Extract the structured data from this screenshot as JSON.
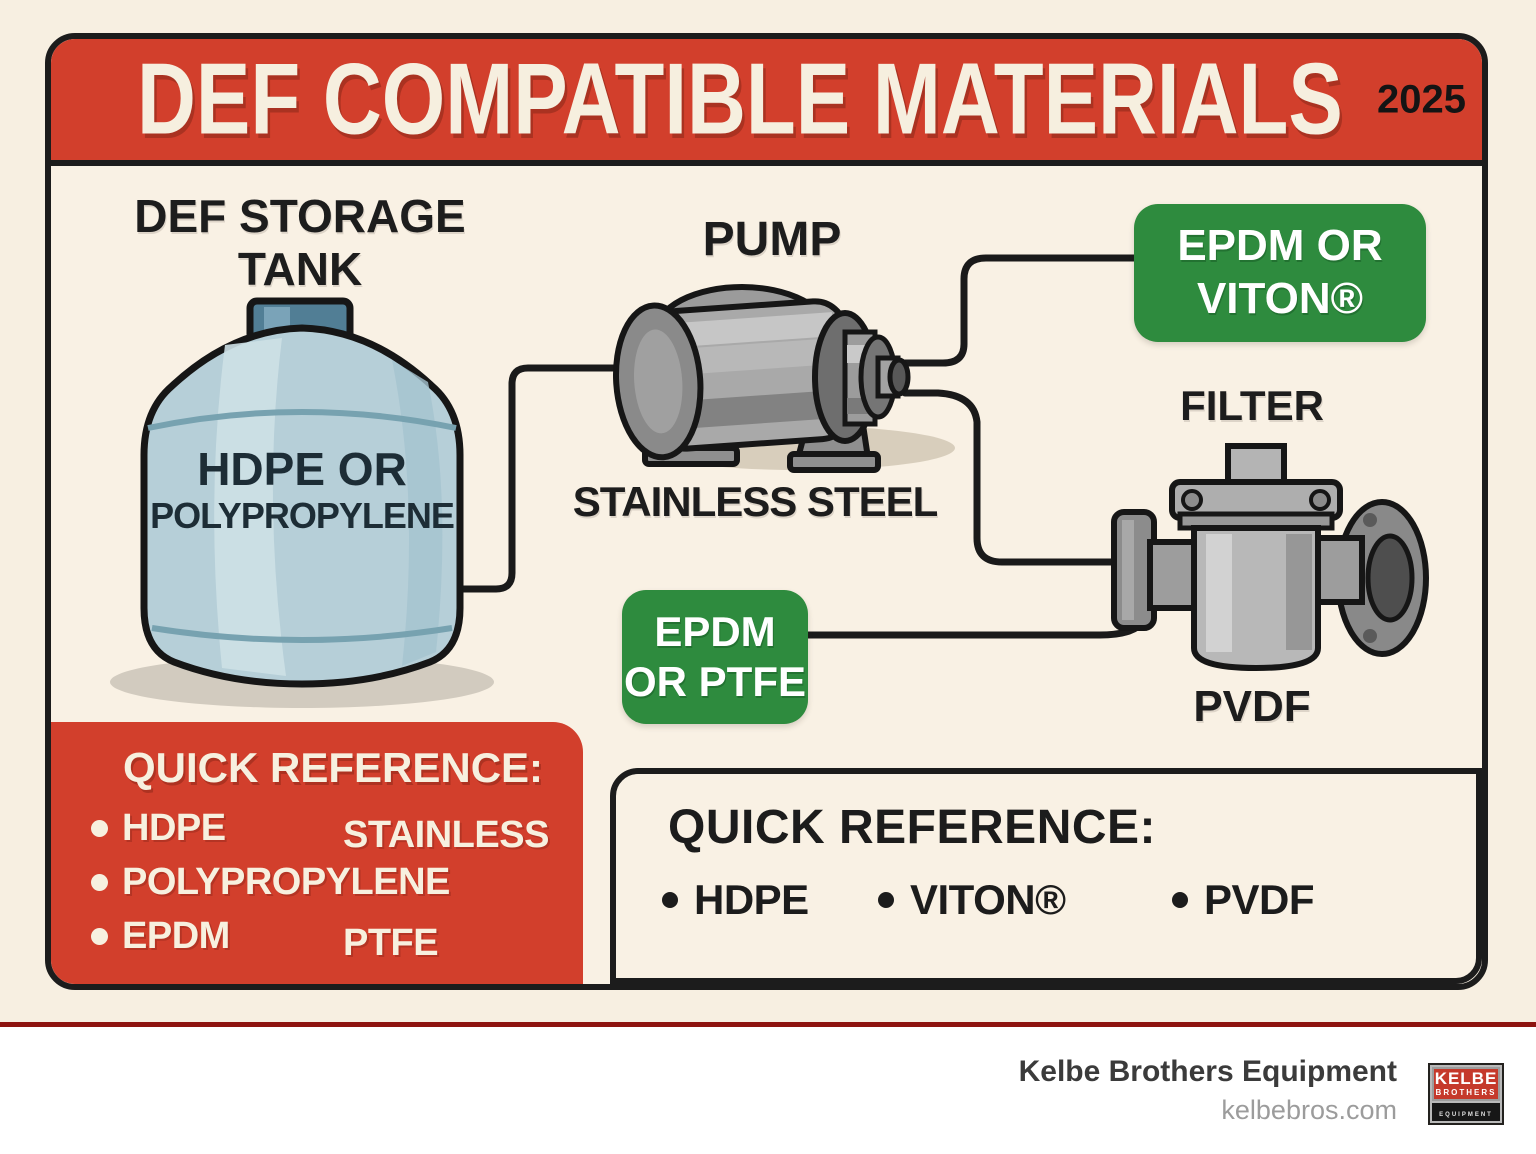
{
  "header": {
    "title": "DEF COMPATIBLE MATERIALS",
    "year": "2025"
  },
  "tank": {
    "heading": "DEF STORAGE TANK",
    "material_line1": "HDPE OR",
    "material_line2": "POLYPROPYLENE"
  },
  "pump": {
    "heading": "PUMP",
    "material": "STAINLESS STEEL"
  },
  "filter": {
    "heading": "FILTER",
    "material": "PVDF"
  },
  "badges": {
    "pump_seals": {
      "line1": "EPDM OR",
      "line2": "VITON®"
    },
    "filter_seals": {
      "line1": "EPDM",
      "line2": "OR PTFE"
    }
  },
  "quick_reference_left": {
    "title": "QUICK REFERENCE:",
    "rows": [
      {
        "left": "HDPE",
        "right": "STAINLESS"
      },
      {
        "left": "POLYPROPYLENE",
        "right": ""
      },
      {
        "left": "EPDM",
        "right": "PTFE"
      }
    ]
  },
  "quick_reference_bottom": {
    "title": "QUICK REFERENCE:",
    "items": [
      "HDPE",
      "VITON®",
      "PVDF"
    ]
  },
  "footer": {
    "company": "Kelbe Brothers Equipment",
    "website": "kelbebros.com",
    "logo": {
      "line1": "KELBE",
      "line2": "BROTHERS",
      "line3": "EQUIPMENT"
    }
  },
  "colors": {
    "accent_red": "#d23f2c",
    "green": "#2e8b3e",
    "divider_dark_red": "#8e1410",
    "cream_background": "#f7efe1",
    "card_background": "#f9f1e4",
    "outline_ink": "#1c1c1c",
    "tank_blue": "#b6cfd8"
  }
}
